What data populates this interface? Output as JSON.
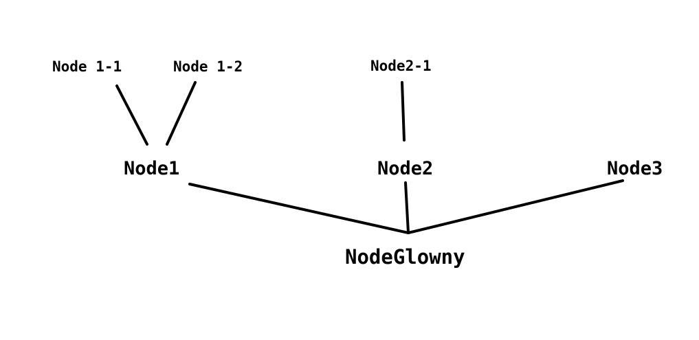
{
  "diagram": {
    "nodes": {
      "node_1_1": "Node 1-1",
      "node_1_2": "Node 1-2",
      "node_2_1": "Node2-1",
      "node1": "Node1",
      "node2": "Node2",
      "node3": "Node3",
      "root": "NodeGlowny"
    },
    "edges": [
      {
        "from": "node_1_1",
        "to": "node1"
      },
      {
        "from": "node_1_2",
        "to": "node1"
      },
      {
        "from": "node_2_1",
        "to": "node2"
      },
      {
        "from": "node1",
        "to": "root"
      },
      {
        "from": "node2",
        "to": "root"
      },
      {
        "from": "node3",
        "to": "root"
      }
    ],
    "colors": {
      "line": "#000000",
      "text": "#000000",
      "background": "#ffffff"
    }
  }
}
